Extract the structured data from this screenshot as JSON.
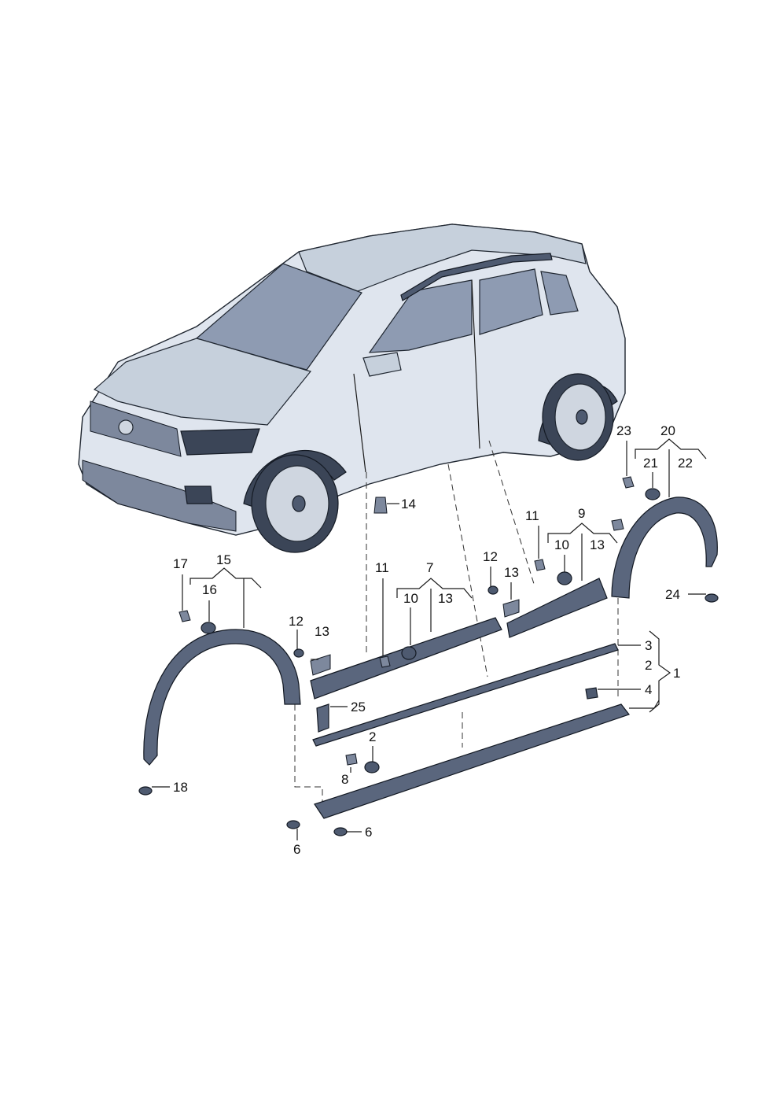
{
  "diagram": {
    "callouts": {
      "c1": "1",
      "c2a": "2",
      "c2b": "2",
      "c3": "3",
      "c4": "4",
      "c6a": "6",
      "c6b": "6",
      "c7": "7",
      "c8": "8",
      "c9": "9",
      "c10a": "10",
      "c10b": "10",
      "c11a": "11",
      "c11b": "11",
      "c12a": "12",
      "c12b": "12",
      "c13a": "13",
      "c13b": "13",
      "c13c": "13",
      "c13d": "13",
      "c14": "14",
      "c15": "15",
      "c16": "16",
      "c17": "17",
      "c18": "18",
      "c20": "20",
      "c21": "21",
      "c22": "22",
      "c23": "23",
      "c24": "24",
      "c25": "25"
    }
  }
}
